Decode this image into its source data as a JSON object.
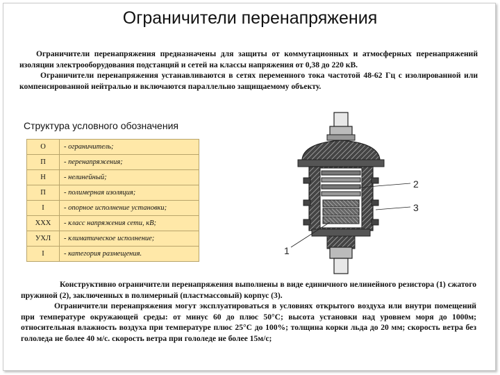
{
  "title": "Ограничители перенапряжения",
  "intro": {
    "paragraph1": "Ограничители перенапряжения предназначены для защиты от коммутационных и атмосферных перенапряжений изоляции электрооборудования подстанций и сетей на классы напряжения от 0,38 до 220 кВ.",
    "paragraph2": "Ограничители перенапряжения устанавливаются в сетях переменного тока частотой 48-62 Гц с изолированной или компенсированной нейтралью и включаются параллельно защищаемому объекту."
  },
  "structure": {
    "title": "Структура условного обозначения",
    "rows": [
      {
        "code": "О",
        "desc": "- ограничитель;"
      },
      {
        "code": "П",
        "desc": "- перенапряжения;"
      },
      {
        "code": "Н",
        "desc": "- нелинейный;"
      },
      {
        "code": "П",
        "desc": "- полимерная изоляция;"
      },
      {
        "code": "I",
        "desc": "- опорное исполнение установки;"
      },
      {
        "code": "XXX",
        "desc": "- класс напряжения сети, кВ;"
      },
      {
        "code": "УХЛ",
        "desc": "- климатическое исполнение;"
      },
      {
        "code": "I",
        "desc": "- категория размещения."
      }
    ]
  },
  "figure": {
    "label1": "1",
    "label2": "2",
    "label3": "3"
  },
  "design": {
    "paragraph1": "Конструктивно ограничители перенапряжения выполнены в виде единичного нелинейного резистора (1) сжатого пружиной (2), заключенных в полимерный (пластмассовый) корпус (3).",
    "paragraph2": "Ограничители перенапряжения могут эксплуатироваться в условиях открытого воздуха или внутри помещений при температуре окружающей среды: от минус 60 до плюс 50°С; высота установки над уровнем моря до 1000м; относительная влажность воздуха при температуре плюс 25°С до 100%; толщина корки льда до 20 мм; скорость ветра без гололеда не более 40 м/с. скорость ветра при гололеде не более 15м/с;"
  },
  "colors": {
    "table_fill": "#ffe8a8",
    "table_border": "#b8a46a"
  }
}
